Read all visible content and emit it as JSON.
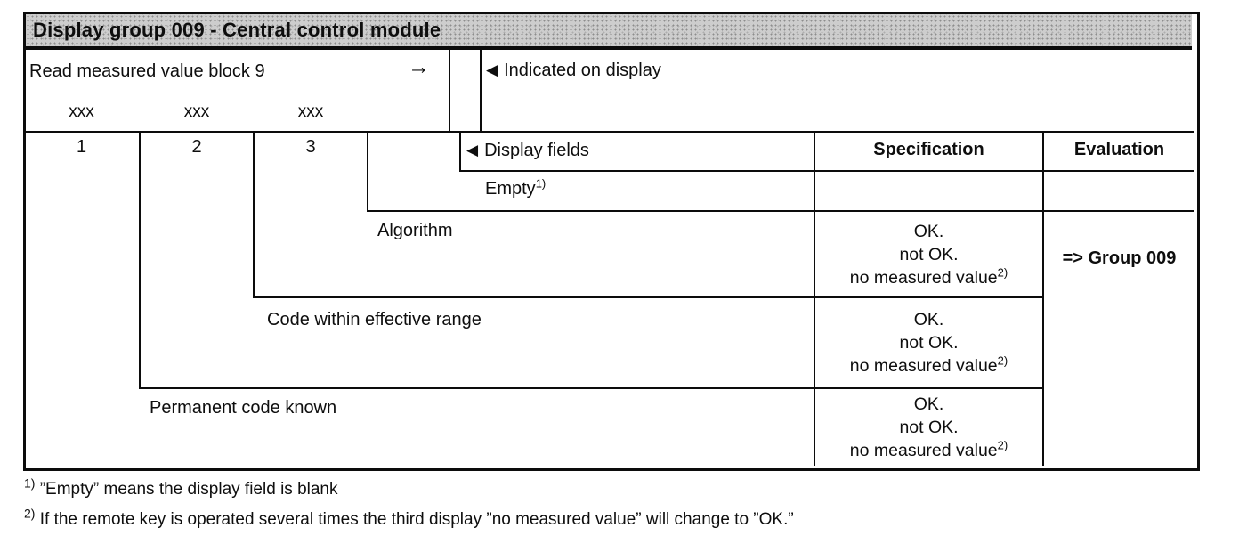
{
  "title": "Display group 009 - Central control module",
  "read_block": {
    "label": "Read measured value block 9",
    "arrow": "→",
    "placeholders": [
      "xxx",
      "xxx",
      "xxx"
    ],
    "field_numbers": [
      "1",
      "2",
      "3"
    ]
  },
  "indicated_on_display": {
    "marker": "◀",
    "label": "Indicated on display"
  },
  "table_header": {
    "display_fields_marker": "◀",
    "display_fields": "Display fields",
    "specification": "Specification",
    "evaluation": "Evaluation"
  },
  "rows": [
    {
      "label": "Empty",
      "label_sup": "1)"
    },
    {
      "label": "Algorithm",
      "spec": {
        "l1": "OK.",
        "l2": "not OK.",
        "l3": "no measured value",
        "l3_sup": "2)"
      }
    },
    {
      "label": "Code within effective range",
      "spec": {
        "l1": "OK.",
        "l2": "not OK.",
        "l3": "no measured value",
        "l3_sup": "2)"
      }
    },
    {
      "label": "Permanent code known",
      "spec": {
        "l1": "OK.",
        "l2": "not OK.",
        "l3": "no measured value",
        "l3_sup": "2)"
      }
    }
  ],
  "evaluation_value": "=> Group 009",
  "footnotes": [
    {
      "sup": "1)",
      "text": "”Empty” means the display field is blank"
    },
    {
      "sup": "2)",
      "text": "If the remote key is operated several times the third display ”no measured value” will change to ”OK.”"
    }
  ]
}
